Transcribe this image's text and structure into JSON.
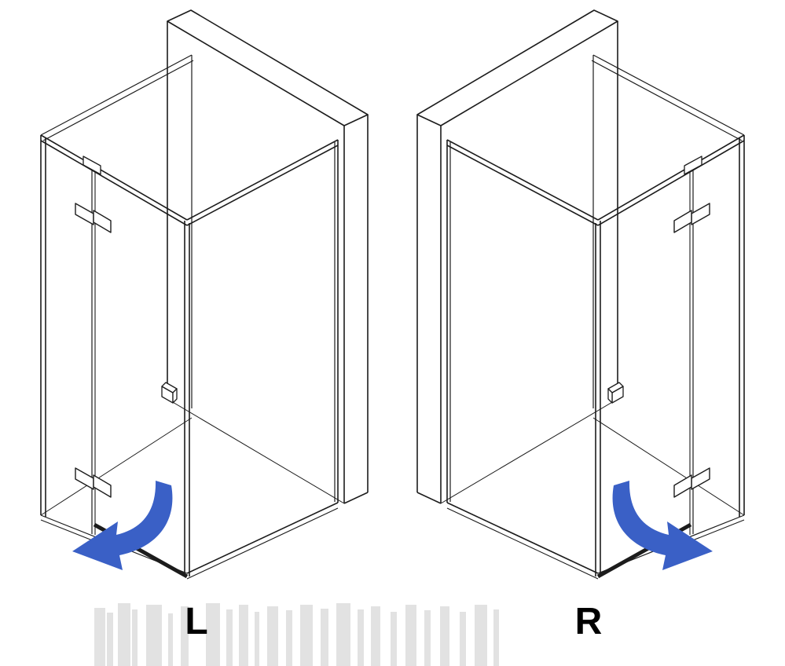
{
  "page": {
    "background_color": "#ffffff"
  },
  "diagram": {
    "type": "technical-illustration",
    "subject": "corner shower enclosure hinged-door swing variants",
    "line_color": "#1c1c1c",
    "arrow_color": "#3a60c6",
    "variants": [
      {
        "label": "L",
        "door_hinge_side": "left",
        "swing_direction": "left",
        "arrow_icon": "curved-swing-arrow-left-icon"
      },
      {
        "label": "R",
        "door_hinge_side": "right",
        "swing_direction": "right",
        "arrow_icon": "curved-swing-arrow-right-icon"
      }
    ]
  }
}
